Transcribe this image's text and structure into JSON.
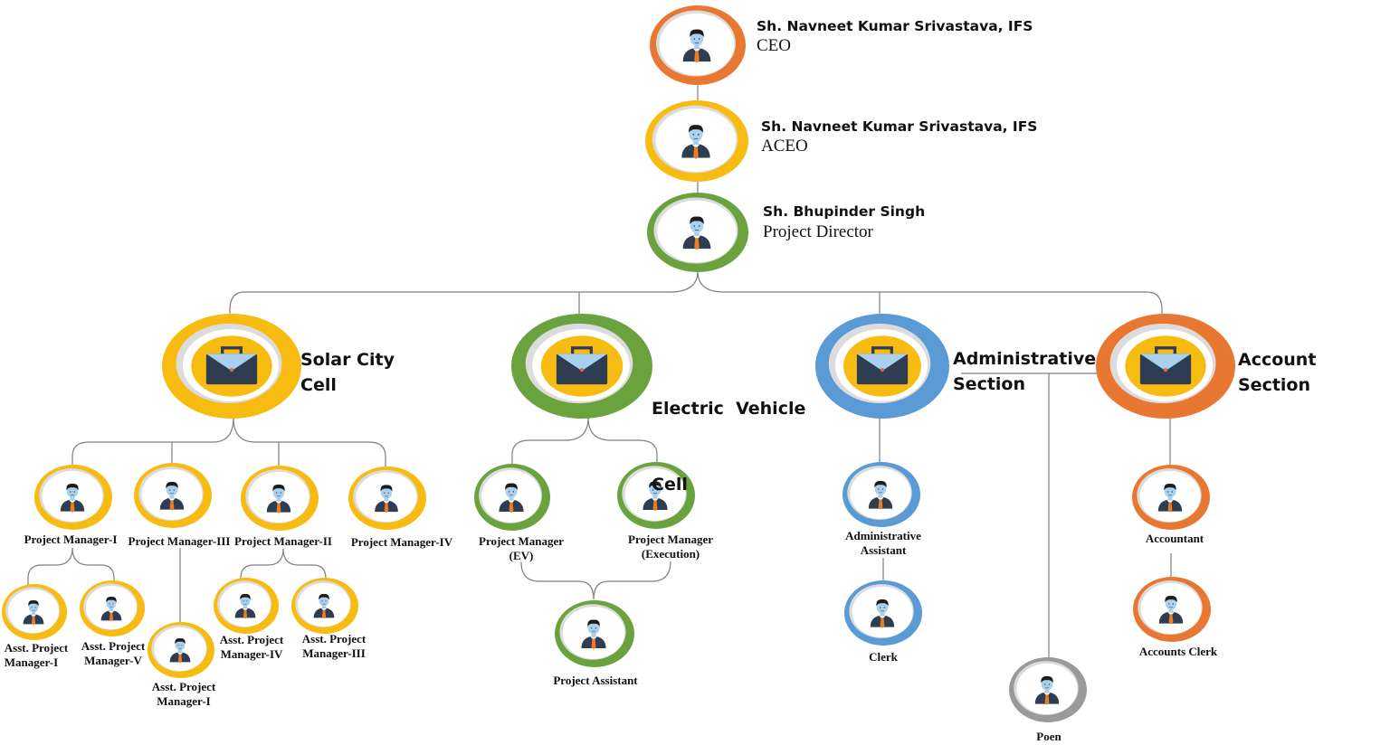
{
  "colors": {
    "orange": "#e87731",
    "yellow": "#f7bb12",
    "green": "#6aa33e",
    "blue": "#5b9bd5",
    "grey": "#9a9a9a",
    "line": "#7f7f7f",
    "skin": "#a9d0ef",
    "suit": "#2f3d52",
    "tie": "#ee7d22",
    "hair": "#1d1d1d"
  },
  "executives": [
    {
      "name": "Sh. Navneet Kumar Srivastava, IFS",
      "role": "CEO",
      "color": "orange"
    },
    {
      "name": "Sh. Navneet Kumar Srivastava, IFS",
      "role": "ACEO",
      "color": "yellow"
    },
    {
      "name": "Sh. Bhupinder Singh",
      "role": "Project Director",
      "color": "green"
    }
  ],
  "sections": [
    {
      "line1": "Solar City",
      "line2": "Cell",
      "color": "yellow",
      "icon": "briefcase-icon"
    },
    {
      "line1": "Electric  Vehicle",
      "line2": "Cell",
      "color": "green",
      "icon": "briefcase-icon"
    },
    {
      "line1": "Administrative",
      "line2": "Section",
      "color": "blue",
      "icon": "briefcase-icon"
    },
    {
      "line1": "Account",
      "line2": "Section",
      "color": "orange",
      "icon": "briefcase-icon"
    }
  ],
  "staff": {
    "pm1": "Project Manager-I",
    "pm3": "Project Manager-III",
    "pm2": "Project Manager-II",
    "pm4": "Project Manager-IV",
    "apm_i_a": [
      "Asst. Project",
      "Manager-I"
    ],
    "apm_v": [
      "Asst. Project",
      "Manager-V"
    ],
    "apm_i_b": [
      "Asst. Project",
      "Manager-I"
    ],
    "apm_iv": [
      "Asst. Project",
      "Manager-IV"
    ],
    "apm_iii": [
      "Asst. Project",
      "Manager-III"
    ],
    "pm_ev": [
      "Project Manager",
      "(EV)"
    ],
    "pm_exec": [
      "Project Manager",
      "(Execution)"
    ],
    "proj_asst": "Project Assistant",
    "admin_asst": [
      "Administrative",
      "Assistant"
    ],
    "clerk": "Clerk",
    "poen": "Poen",
    "accountant": "Accountant",
    "acc_clerk": "Accounts Clerk"
  }
}
